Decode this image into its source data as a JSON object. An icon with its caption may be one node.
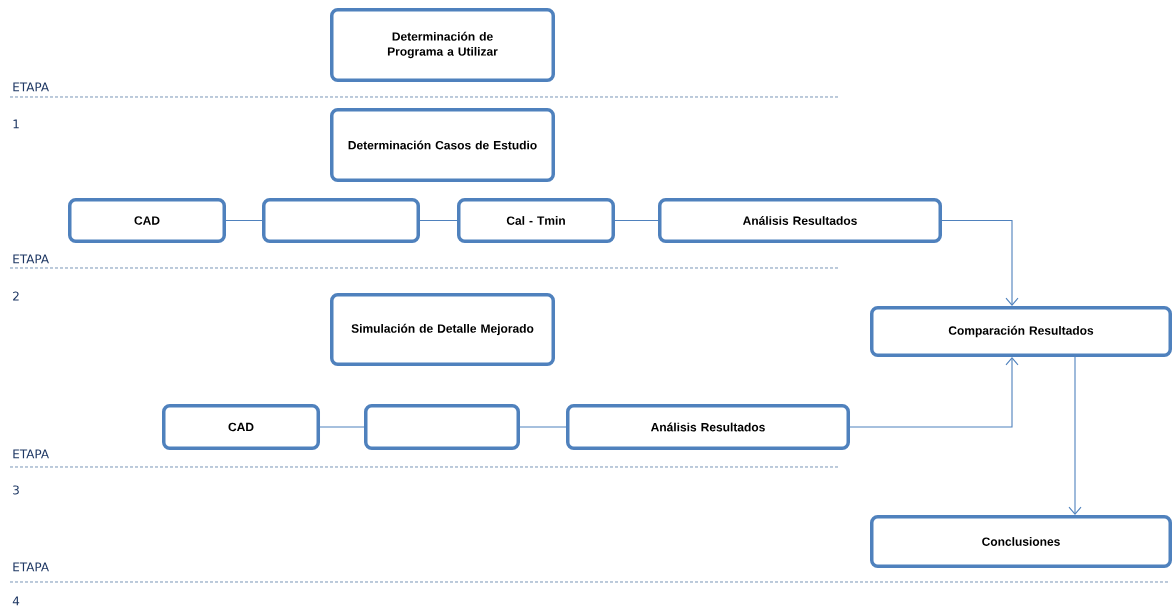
{
  "diagram": {
    "nodes": [
      {
        "text": [
          "Determinación de Programa a Utilizar"
        ]
      },
      {
        "text": [
          "Determinación Casos de Estudio"
        ]
      },
      {
        "text": [
          "CAD"
        ]
      },
      {
        "text": [],
        "shape": "box"
      },
      {
        "text": [
          "Cal - Tmin"
        ]
      },
      {
        "text": [
          "Análisis Resultados"
        ]
      },
      {
        "text": [
          "Simulación de Detalle Mejorado"
        ]
      },
      {
        "text": [
          "CAD"
        ]
      },
      {
        "text": [],
        "shape": "box"
      },
      {
        "text": [
          "Análisis Resultados"
        ]
      },
      {
        "text": [
          "Comparación Resultados"
        ]
      },
      {
        "text": [
          "Conclusiones"
        ]
      }
    ],
    "edges": [
      {
        "from": 2,
        "to": 3,
        "arrow": "none"
      },
      {
        "from": 3,
        "to": 4,
        "arrow": "none"
      },
      {
        "from": 4,
        "to": 5,
        "arrow": "none"
      },
      {
        "from": 5,
        "to": 10,
        "arrow": "to"
      },
      {
        "from": 7,
        "to": 8,
        "arrow": "none"
      },
      {
        "from": 8,
        "to": 9,
        "arrow": "none"
      },
      {
        "from": 9,
        "to": 10,
        "arrow": "to"
      },
      {
        "from": 10,
        "to": 11,
        "arrow": "to"
      }
    ],
    "labels": [
      "ETAPA",
      "1",
      "ETAPA",
      "2",
      "ETAPA",
      "3",
      "ETAPA",
      "4"
    ]
  }
}
